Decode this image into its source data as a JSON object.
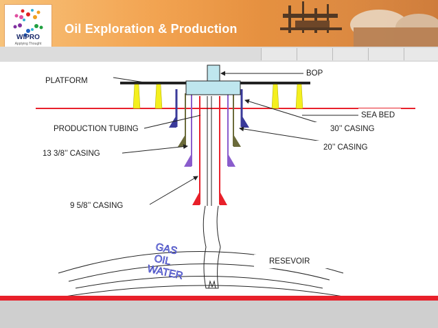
{
  "slide": {
    "title": "Oil Exploration & Production",
    "logo": {
      "text": "WIPRO",
      "tagline": "Applying Thought"
    }
  },
  "labels": {
    "platform": "PLATFORM",
    "bop": "BOP",
    "sea_bed": "SEA BED",
    "production_tubing": "PRODUCTION TUBING",
    "casing_30": "30’’ CASING",
    "casing_20": "20’’ CASING",
    "casing_13_3_8": "13 3/8’’ CASING",
    "casing_9_5_8": "9 5/8’’ CASING",
    "reservoir": "RESEVOIR",
    "gas": "GAS",
    "oil": "OIL",
    "water": "WATER"
  },
  "colors": {
    "header_orange": "#e58a37",
    "title_text": "#ffffff",
    "sea_bed_line": "#e8202a",
    "platform_yellow": "#f4ef1e",
    "casing_red": "#e8202a",
    "casing_purple": "#8a5ccc",
    "casing_olive": "#6b6b3a",
    "casing_navy": "#3a3a9a",
    "wellhead_cyan": "#bfe6ee",
    "strata_text": "#3a3ab8"
  }
}
